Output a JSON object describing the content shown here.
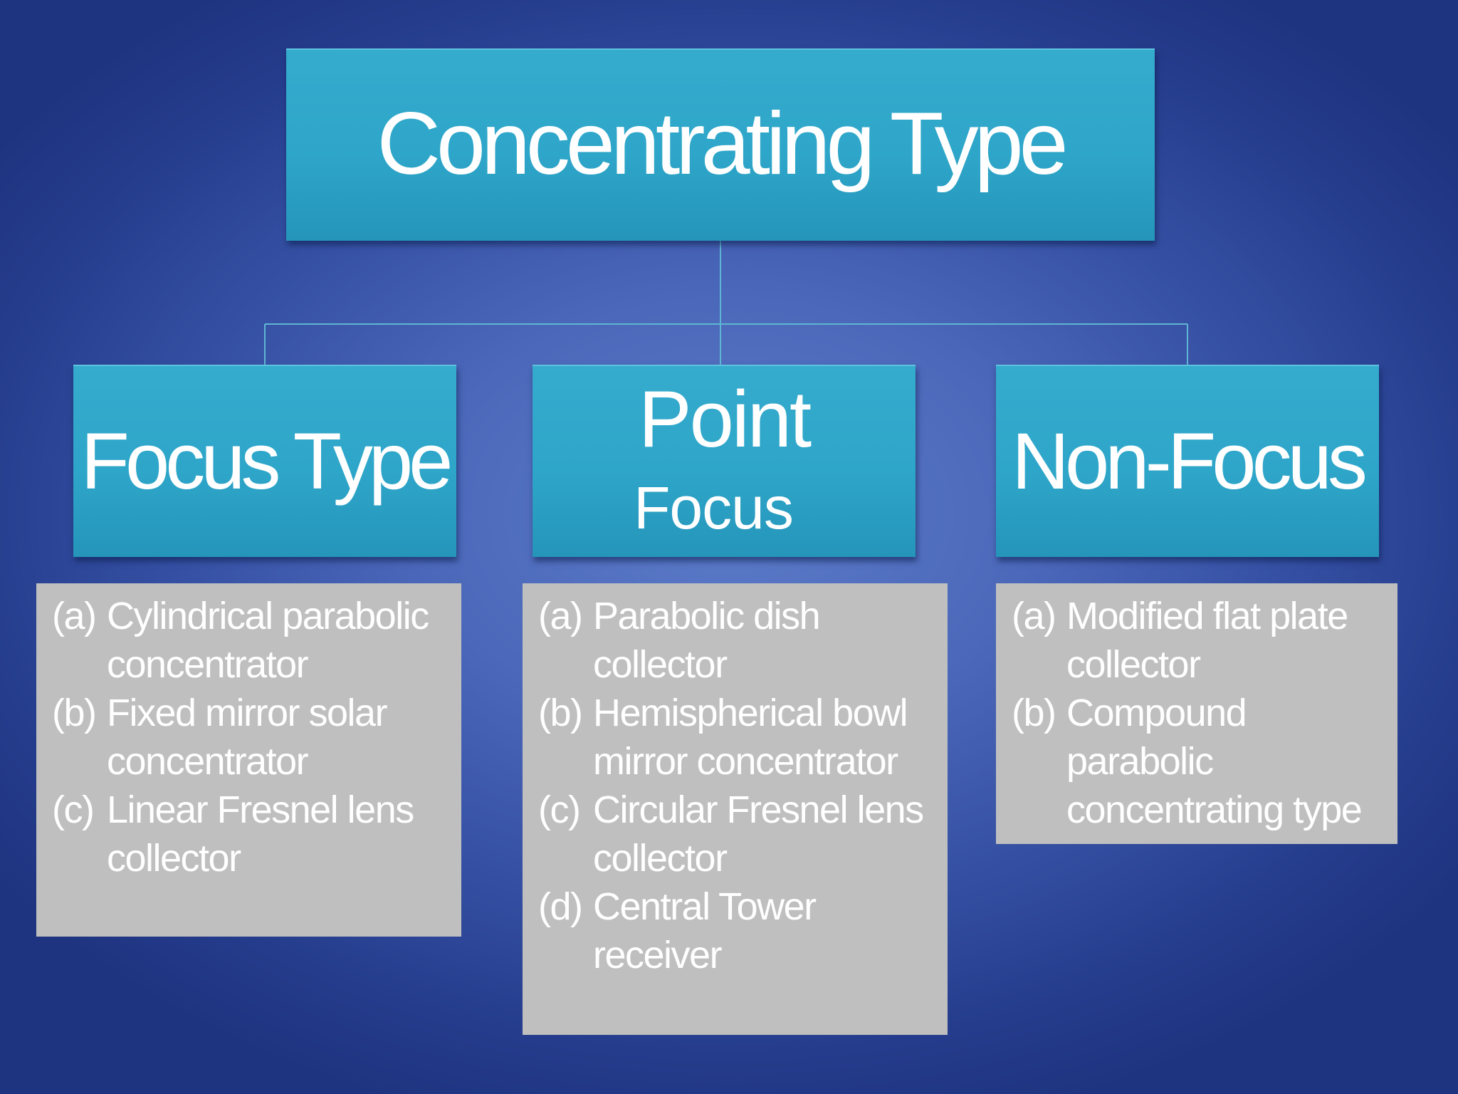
{
  "diagram": {
    "root": {
      "label": "Concentrating Type"
    },
    "children": [
      {
        "label": "Focus Type",
        "items": [
          {
            "marker": "(a)",
            "text": "Cylindrical parabolic concentrator"
          },
          {
            "marker": "(b)",
            "text": "Fixed mirror solar concentrator"
          },
          {
            "marker": "(c)",
            "text": "Linear Fresnel lens collector"
          }
        ]
      },
      {
        "label": "Point",
        "sublabel": "Focus",
        "items": [
          {
            "marker": "(a)",
            "text": "Parabolic dish collector"
          },
          {
            "marker": "(b)",
            "text": "Hemispherical bowl mirror concentrator"
          },
          {
            "marker": "(c)",
            "text": "Circular Fresnel lens collector"
          },
          {
            "marker": "(d)",
            "text": "Central Tower receiver"
          }
        ]
      },
      {
        "label": "Non-Focus",
        "items": [
          {
            "marker": "(a)",
            "text": "Modified flat plate collector"
          },
          {
            "marker": "(b)",
            "text": "Compound parabolic concentrating type"
          }
        ]
      }
    ]
  },
  "colors": {
    "node_fill": "#2ea6c9",
    "list_fill": "#bfbfbf",
    "connector": "#5fb6d4",
    "background": "#3550a3",
    "text": "#ffffff"
  }
}
